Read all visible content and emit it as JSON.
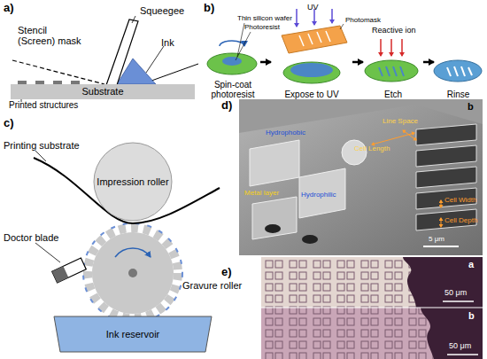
{
  "diagram": {
    "nodes": [
      {
        "text": [
          "Substrate"
        ]
      },
      {
        "text": [
          "Spin-coat photoresist"
        ]
      },
      {
        "text": [
          "Expose to UV"
        ]
      },
      {
        "text": [
          "Etch"
        ]
      },
      {
        "text": [
          "Rinse"
        ]
      },
      {
        "text": [
          "Impression roller"
        ]
      },
      {
        "text": [
          "Ink reservoir"
        ]
      }
    ],
    "edges": [
      {
        "from": 1,
        "to": 2,
        "arrow": "to"
      },
      {
        "from": 2,
        "to": 3,
        "arrow": "to"
      },
      {
        "from": 3,
        "to": 4,
        "arrow": "to"
      }
    ],
    "labels": [
      "a)",
      "Stencil (Screen) mask",
      "Squeegee",
      "Ink",
      "Printed structures",
      "b)",
      "Thin silicon wafer",
      "Photoresist",
      "UV",
      "Photomask",
      "Reactive ion",
      "c)",
      "Printing substrate",
      "Doctor blade",
      "Gravure roller",
      "d)",
      "b",
      "Line Space",
      "Cell Length",
      "Hydrophobic",
      "Metal layer",
      "Hydrophilic",
      "Cell Width",
      "Cell Depth",
      "5 μm",
      "e)",
      "a",
      "50 μm",
      "b",
      "50 μm"
    ]
  }
}
